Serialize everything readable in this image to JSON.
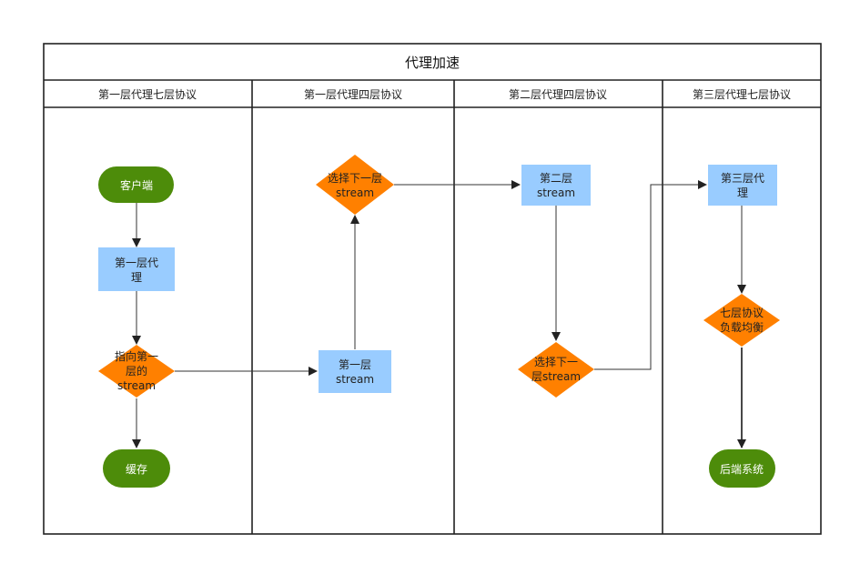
{
  "title": "代理加速",
  "lanes": [
    {
      "label": "第一层代理七层协议"
    },
    {
      "label": "第一层代理四层协议"
    },
    {
      "label": "第二层代理四层协议"
    },
    {
      "label": "第三层代理七层协议"
    }
  ],
  "nodes": {
    "client": {
      "lines": [
        "客户端"
      ]
    },
    "layer1_proxy": {
      "lines": [
        "第一层代",
        "理"
      ]
    },
    "point_first_stream": {
      "lines": [
        "指向第一",
        "层的",
        "stream"
      ]
    },
    "cache": {
      "lines": [
        "缓存"
      ]
    },
    "layer1_stream": {
      "lines": [
        "第一层",
        "stream"
      ]
    },
    "select_next_stream_1": {
      "lines": [
        "选择下一层",
        "stream"
      ]
    },
    "layer2_stream": {
      "lines": [
        "第二层",
        "stream"
      ]
    },
    "select_next_stream_2": {
      "lines": [
        "选择下一",
        "层stream"
      ]
    },
    "layer3_proxy": {
      "lines": [
        "第三层代",
        "理"
      ]
    },
    "l7_load_balance": {
      "lines": [
        "七层协议",
        "负载均衡"
      ]
    },
    "backend": {
      "lines": [
        "后端系统"
      ]
    }
  },
  "colors": {
    "terminal": "#4d8c0a",
    "process": "#99ccff",
    "decision": "#ff8000",
    "border": "#222222",
    "edge": "#333333"
  }
}
